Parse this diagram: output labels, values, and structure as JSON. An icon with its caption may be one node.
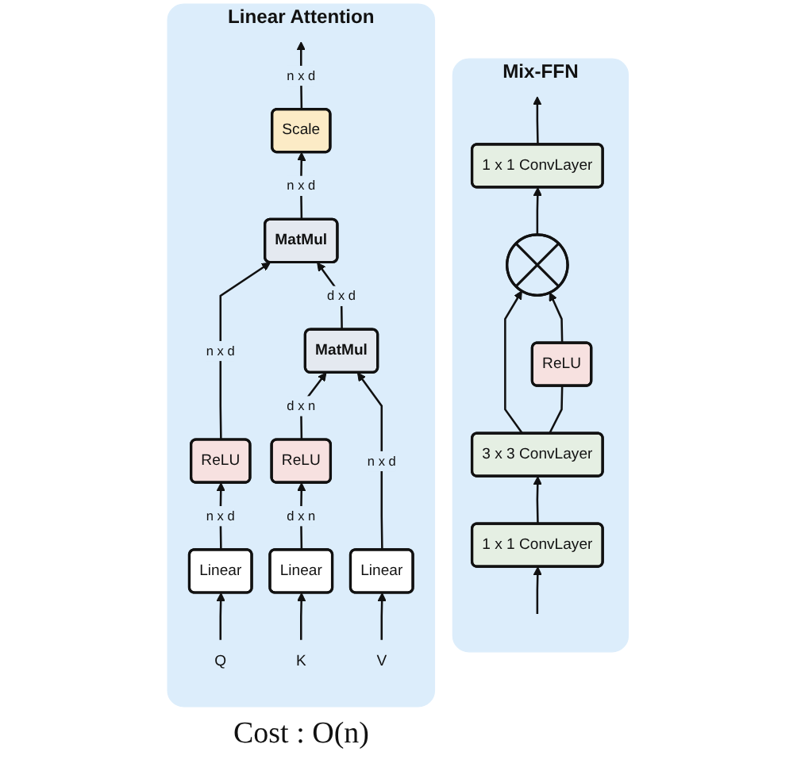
{
  "diagram": {
    "nodes": [
      {
        "text": [
          "Linear Attention"
        ]
      },
      {
        "text": [
          "Scale"
        ],
        "in": 0
      },
      {
        "text": [
          "MatMul"
        ],
        "in": 0
      },
      {
        "text": [
          "MatMul"
        ],
        "in": 0
      },
      {
        "text": [
          "ReLU"
        ],
        "in": 0
      },
      {
        "text": [
          "ReLU"
        ],
        "in": 0
      },
      {
        "text": [
          "Linear"
        ],
        "in": 0
      },
      {
        "text": [
          "Linear"
        ],
        "in": 0
      },
      {
        "text": [
          "Linear"
        ],
        "in": 0
      },
      {
        "text": [
          "Q"
        ],
        "in": 0
      },
      {
        "text": [
          "K"
        ],
        "in": 0
      },
      {
        "text": [
          "V"
        ],
        "in": 0
      },
      {
        "text": [
          "Mix-FFN"
        ]
      },
      {
        "text": [
          "1 x 1 ConvLayer"
        ],
        "in": 12
      },
      {
        "text": [],
        "shape": "circle",
        "in": 12
      },
      {
        "text": [
          "ReLU"
        ],
        "in": 12
      },
      {
        "text": [
          "3 x 3 ConvLayer"
        ],
        "in": 12
      },
      {
        "text": [
          "1 x 1 ConvLayer"
        ],
        "in": 12
      }
    ],
    "edges": [
      {
        "from": 1,
        "to": null,
        "arrow": "to",
        "label": "n x d"
      },
      {
        "from": 2,
        "to": 1,
        "arrow": "to",
        "label": "n x d"
      },
      {
        "from": 4,
        "to": 2,
        "arrow": "to",
        "label": "n x d"
      },
      {
        "from": 3,
        "to": 2,
        "arrow": "to",
        "label": "d x d"
      },
      {
        "from": 5,
        "to": 3,
        "arrow": "to",
        "label": "d x n"
      },
      {
        "from": 8,
        "to": 3,
        "arrow": "to",
        "label": "n x d"
      },
      {
        "from": 6,
        "to": 4,
        "arrow": "to",
        "label": "n x d"
      },
      {
        "from": 7,
        "to": 5,
        "arrow": "to",
        "label": "d x n"
      },
      {
        "from": 9,
        "to": 6,
        "arrow": "to"
      },
      {
        "from": 10,
        "to": 7,
        "arrow": "to"
      },
      {
        "from": 11,
        "to": 8,
        "arrow": "to"
      },
      {
        "from": 13,
        "to": null,
        "arrow": "to"
      },
      {
        "from": 14,
        "to": 13,
        "arrow": "to"
      },
      {
        "from": 16,
        "to": 14,
        "arrow": "to"
      },
      {
        "from": 15,
        "to": 14,
        "arrow": "to"
      },
      {
        "from": 16,
        "to": 15,
        "arrow": "none"
      },
      {
        "from": 17,
        "to": 16,
        "arrow": "to"
      },
      {
        "from": null,
        "to": 17,
        "arrow": "to"
      }
    ],
    "labels": [
      "Cost : O(n)"
    ]
  }
}
